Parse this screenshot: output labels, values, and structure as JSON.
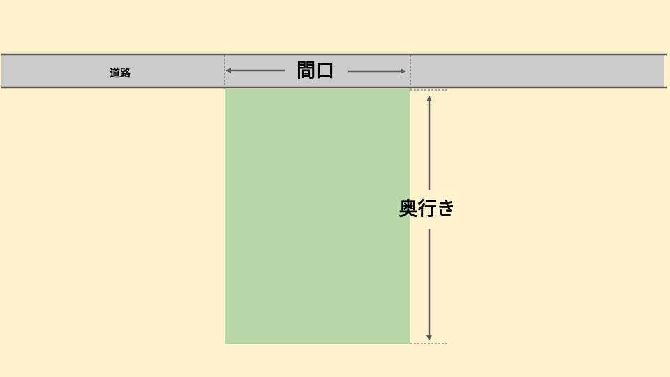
{
  "labels": {
    "road": "道路",
    "frontage": "間口",
    "depth": "奥行き"
  },
  "colors": {
    "background": "#fff2cc",
    "road_fill": "#cccccc",
    "road_edge": "#595959",
    "lot_fill": "#b6d7a8",
    "arrow": "#595959",
    "guide": "#595959",
    "text": "#000000"
  }
}
